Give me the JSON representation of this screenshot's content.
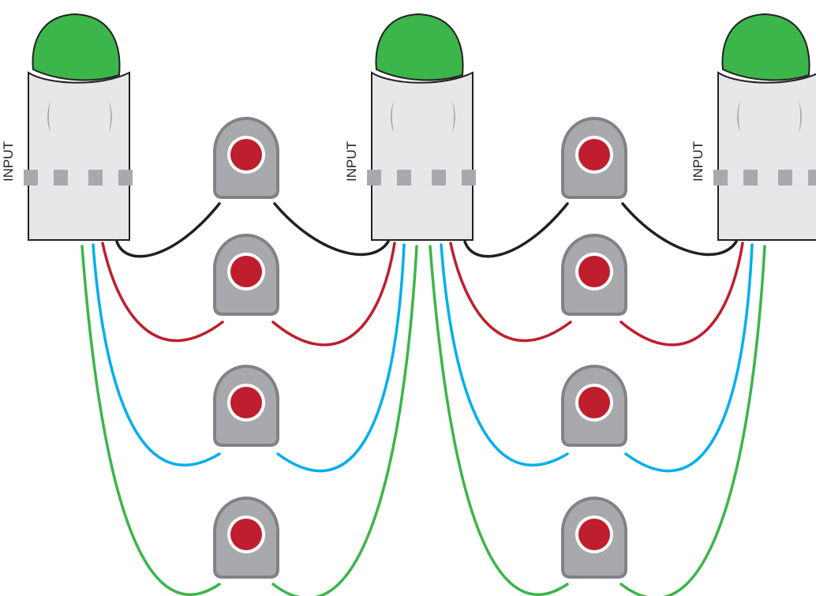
{
  "labels": {
    "input": "INPUT"
  },
  "colors": {
    "dome_green": "#3cb54a",
    "body_light_gray": "#e6e7e8",
    "outline_dark": "#231f20",
    "connector_gray": "#a7a9ac",
    "ornament_gray": "#9d9fa2",
    "led_housing_gray": "#a7a9ac",
    "led_housing_stroke": "#808285",
    "led_red": "#be1e2d",
    "wire_black": "#231f20",
    "wire_red": "#be1e2d",
    "wire_blue": "#00aeef",
    "wire_green": "#3cb54a"
  },
  "icons": {
    "controller": "controller-unit-icon",
    "led": "red-led-icon"
  },
  "diagram": {
    "controller_count": 3,
    "leds_per_gap": 4,
    "wire_colors_in_order": [
      "black",
      "red",
      "blue",
      "green"
    ]
  }
}
